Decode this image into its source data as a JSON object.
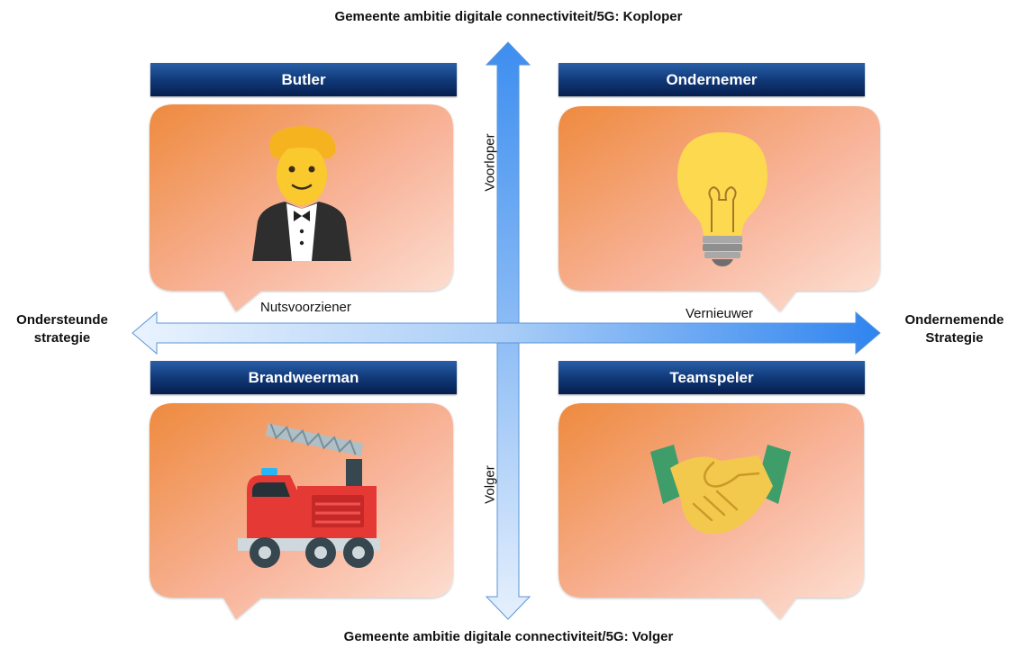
{
  "top_title": "Gemeente ambitie digitale connectiviteit/5G: Koploper",
  "bottom_title": "Gemeente ambitie digitale connectiviteit/5G: Volger",
  "left_label": [
    "Ondersteunde",
    "strategie"
  ],
  "right_label": [
    "Ondernemende",
    "Strategie"
  ],
  "axis_words": {
    "up": "Voorloper",
    "down": "Volger",
    "left": "Nutsvoorziener",
    "right": "Vernieuwer"
  },
  "quadrants": [
    {
      "title": "Butler",
      "icon": "butler-icon"
    },
    {
      "title": "Ondernemer",
      "icon": "lightbulb-icon"
    },
    {
      "title": "Brandweerman",
      "icon": "fire-truck-icon"
    },
    {
      "title": "Teamspeler",
      "icon": "handshake-icon"
    }
  ],
  "colors": {
    "header_top": "#2a5fa8",
    "header_bottom": "#061e4d",
    "bubble_orange": "#ee8a3e",
    "bubble_peach": "#fcd8c8",
    "arrow_blue": "#3d8ef0"
  }
}
